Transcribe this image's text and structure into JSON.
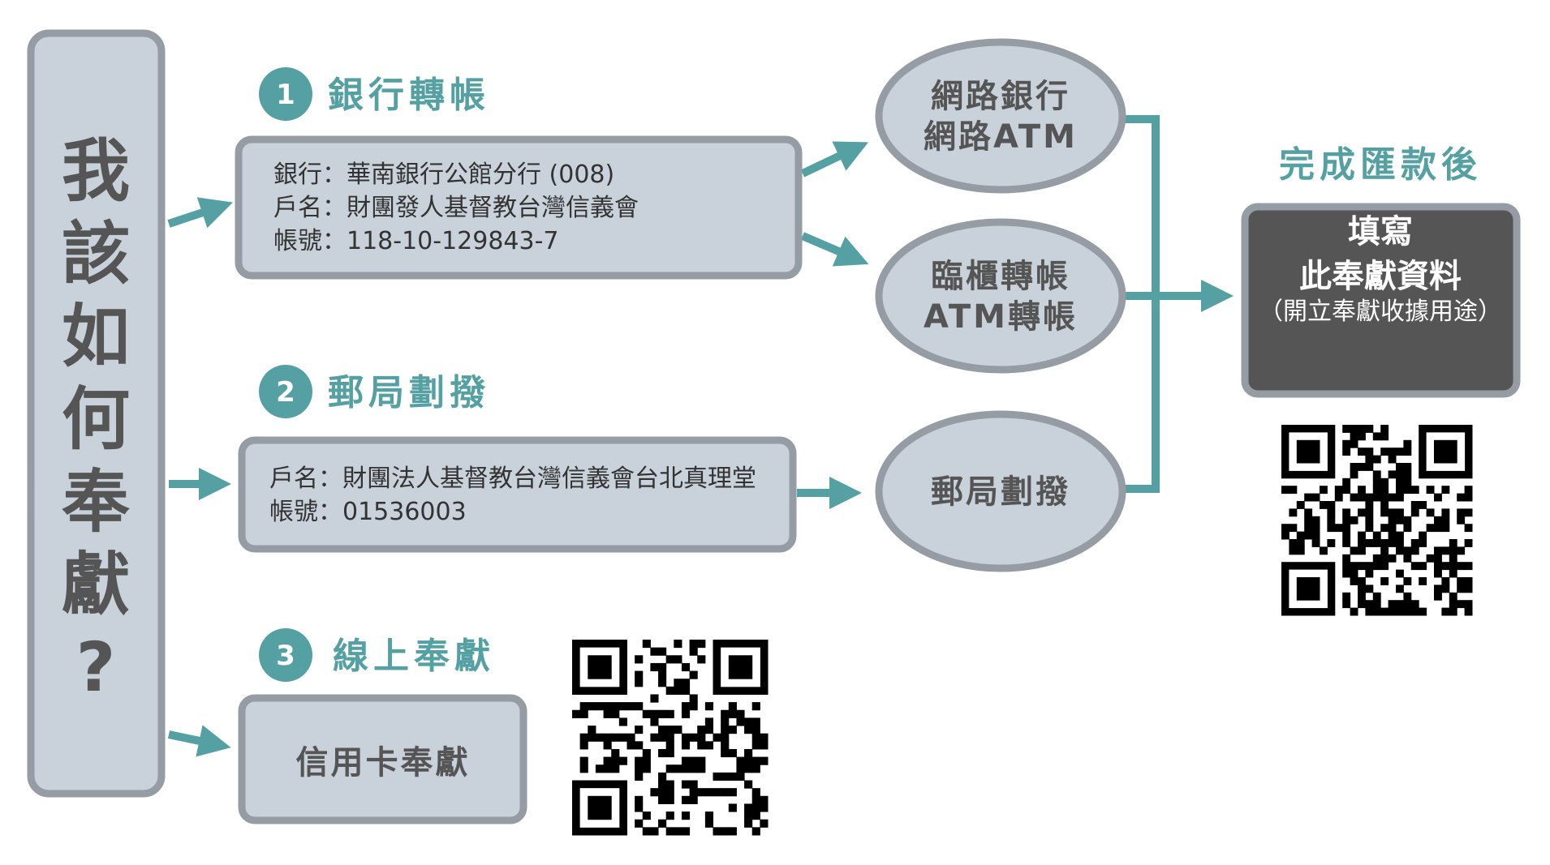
{
  "title_chars": [
    "我",
    "該",
    "如",
    "何",
    "奉",
    "獻",
    "?"
  ],
  "methods": [
    {
      "number": "1",
      "heading": "銀行轉帳",
      "lines": [
        "銀行：華南銀行公館分行 (008)",
        "戶名：財團發人基督教台灣信義會",
        "帳號：118-10-129843-7"
      ]
    },
    {
      "number": "2",
      "heading": "郵局劃撥",
      "lines": [
        "戶名：財團法人基督教台灣信義會台北真理堂",
        "帳號：01536003"
      ]
    },
    {
      "number": "3",
      "heading": "線上奉獻",
      "button": "信用卡奉獻"
    }
  ],
  "channels": [
    {
      "lines": [
        "網路銀行",
        "網路ATM"
      ]
    },
    {
      "lines": [
        "臨櫃轉帳",
        "ATM轉帳"
      ]
    },
    {
      "lines": [
        "郵局劃撥"
      ]
    }
  ],
  "after": {
    "heading": "完成匯款後",
    "line1": "填寫",
    "line2": "此奉獻資料",
    "line3": "（開立奉獻收據用途）"
  },
  "colors": {
    "teal": "#54a0a2",
    "box_fill": "#c9d1db",
    "box_border": "#959ca3",
    "dark_box": "#555555"
  }
}
